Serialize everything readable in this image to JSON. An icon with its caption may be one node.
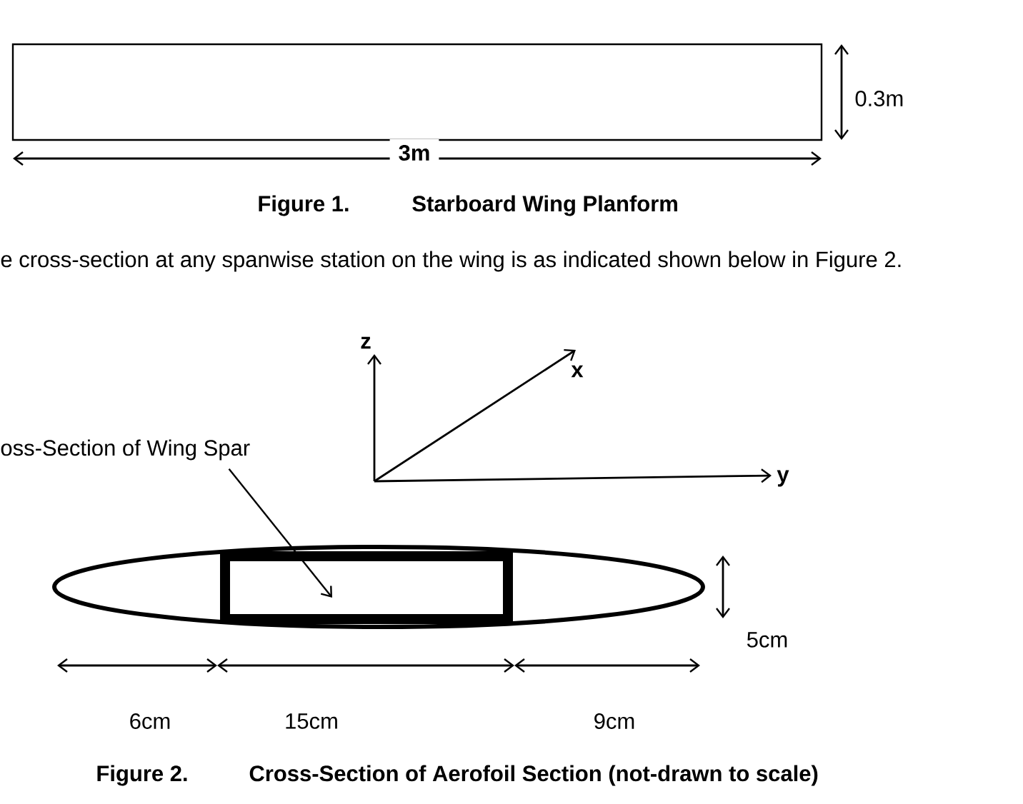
{
  "diagram": {
    "nodes": [
      {
        "text": [],
        "shape": "box"
      },
      {
        "text": [
          "oss-Section of Wing Spar"
        ]
      },
      {
        "text": [],
        "shape": "ellipse"
      },
      {
        "text": [],
        "shape": "box",
        "in": 2
      }
    ],
    "edges": [
      {
        "from": 1,
        "to": 3,
        "arrow": "to"
      }
    ],
    "labels": [
      "0.3m",
      "3m",
      "Figure 1.",
      "Starboard Wing Planform",
      "e cross-section at any spanwise station on the wing is as indicated shown below in Figure 2.",
      "z",
      "x",
      "y",
      "5cm",
      "6cm",
      "15cm",
      "9cm",
      "Figure 2.",
      "Cross-Section of Aerofoil Section (not-drawn to scale)"
    ]
  }
}
